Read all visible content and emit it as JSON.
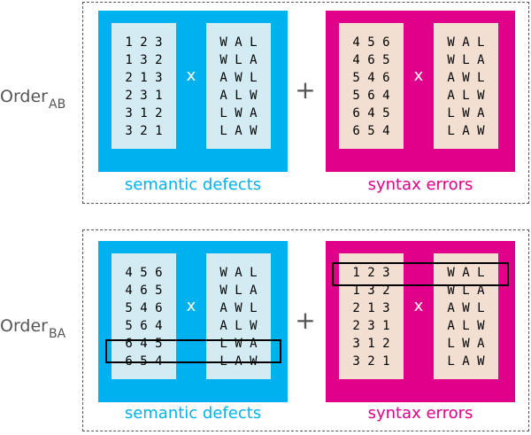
{
  "groups": [
    {
      "label": "Order",
      "sub": "AB",
      "plus": "+",
      "blocks": [
        {
          "caption": "semantic defects",
          "left_rows": [
            "1 2 3",
            "1 3 2",
            "2 1 3",
            "2 3 1",
            "3 1 2",
            "3 2 1"
          ],
          "times": "x",
          "right_rows": [
            "W A L",
            "W L A",
            "A W L",
            "A L W",
            "L W A",
            "L A W"
          ]
        },
        {
          "caption": "syntax errors",
          "left_rows": [
            "4 5 6",
            "4 6 5",
            "5 4 6",
            "5 6 4",
            "6 4 5",
            "6 5 4"
          ],
          "times": "x",
          "right_rows": [
            "W A L",
            "W L A",
            "A W L",
            "A L W",
            "L W A",
            "L A W"
          ]
        }
      ]
    },
    {
      "label": "Order",
      "sub": "BA",
      "plus": "+",
      "blocks": [
        {
          "caption": "semantic defects",
          "left_rows": [
            "4 5 6",
            "4 6 5",
            "5 4 6",
            "5 6 4",
            "6 4 5",
            "6 5 4"
          ],
          "times": "x",
          "right_rows": [
            "W A L",
            "W L A",
            "A W L",
            "A L W",
            "L W A",
            "L A W"
          ]
        },
        {
          "caption": "syntax errors",
          "left_rows": [
            "1 2 3",
            "1 3 2",
            "2 1 3",
            "2 3 1",
            "3 1 2",
            "3 2 1"
          ],
          "times": "x",
          "right_rows": [
            "W A L",
            "W L A",
            "A W L",
            "A L W",
            "L W A",
            "L A W"
          ]
        }
      ]
    }
  ],
  "colors": {
    "semantic": "#00b1f0",
    "syntax": "#e0008a",
    "semantic_panel": "#d3ecf4",
    "syntax_panel": "#f2dfd1"
  }
}
